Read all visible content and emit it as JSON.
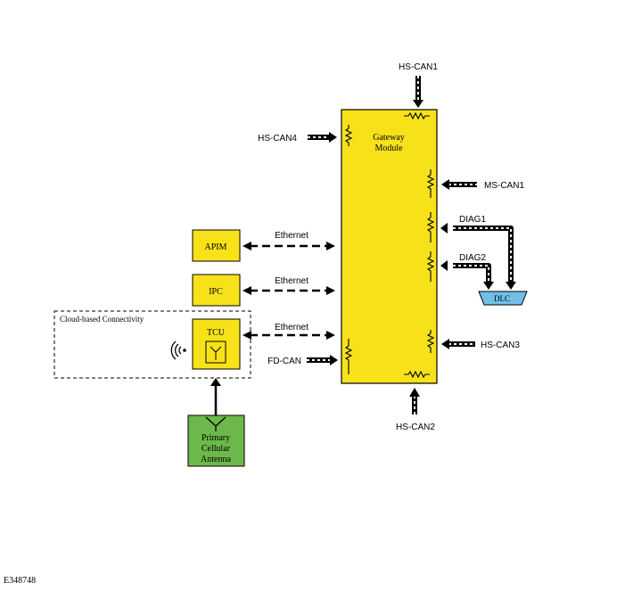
{
  "colors": {
    "module_fill": "#f7e21a",
    "antenna_fill": "#6db84a",
    "dlc_fill": "#6fbfe8",
    "stroke": "#000000"
  },
  "gateway": {
    "line1": "Gateway",
    "line2": "Module"
  },
  "modules": {
    "apim": "APIM",
    "ipc": "IPC",
    "tcu": "TCU"
  },
  "antenna": {
    "line1": "Primary",
    "line2": "Cellular",
    "line3": "Antenna"
  },
  "cloud_group": {
    "label": "Cloud-based Connectivity"
  },
  "links": {
    "ethernet_apim": "Ethernet",
    "ethernet_ipc": "Ethernet",
    "ethernet_tcu": "Ethernet"
  },
  "buses": {
    "hs_can1": "HS-CAN1",
    "hs_can2": "HS-CAN2",
    "hs_can3": "HS-CAN3",
    "hs_can4": "HS-CAN4",
    "ms_can1": "MS-CAN1",
    "fd_can": "FD-CAN",
    "diag1": "DIAG1",
    "diag2": "DIAG2"
  },
  "dlc": {
    "label": "DLC"
  },
  "icons": {
    "wireless": "wireless-signal-icon",
    "antenna": "antenna-icon"
  },
  "figure_id": "E348748"
}
